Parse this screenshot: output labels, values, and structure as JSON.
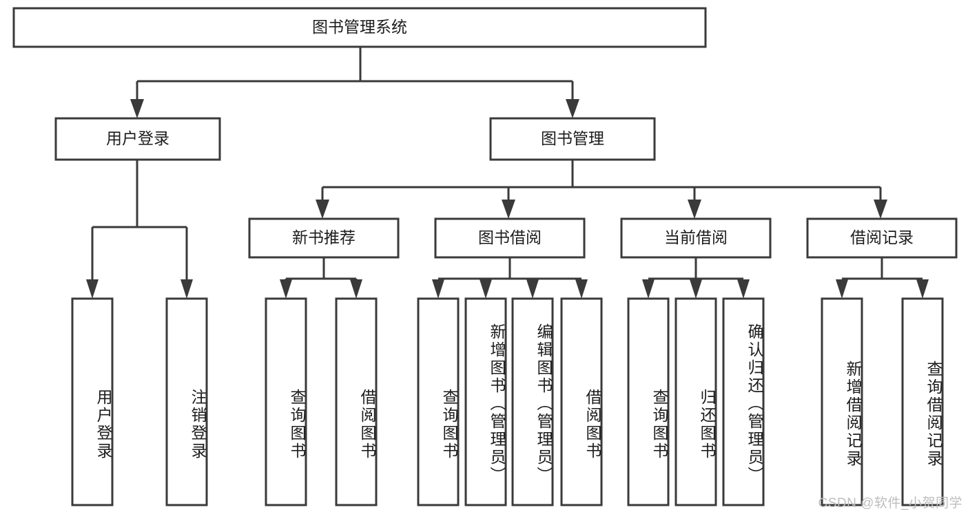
{
  "diagram": {
    "type": "tree",
    "title": "图书管理系统",
    "watermark": "CSDN @软件_小贺同学",
    "colors": {
      "box_stroke": "#3a3a3a",
      "box_fill": "#ffffff",
      "text": "#1c1c1c",
      "connector": "#3a3a3a",
      "watermark": "#bdbdbd",
      "background": "#ffffff"
    },
    "root": {
      "label": "图书管理系统"
    },
    "level2": [
      {
        "label": "用户登录"
      },
      {
        "label": "图书管理"
      }
    ],
    "level3": [
      {
        "label": "新书推荐"
      },
      {
        "label": "图书借阅"
      },
      {
        "label": "当前借阅"
      },
      {
        "label": "借阅记录"
      }
    ],
    "leaves": {
      "user_login": [
        {
          "label": "用户登录"
        },
        {
          "label": "注销登录"
        }
      ],
      "new_book": [
        {
          "label": "查询图书"
        },
        {
          "label": "借阅图书"
        }
      ],
      "book_borrow": [
        {
          "label": "查询图书"
        },
        {
          "label": "新增图书（管理员）"
        },
        {
          "label": "编辑图书（管理员）"
        },
        {
          "label": "借阅图书"
        }
      ],
      "current_borrow": [
        {
          "label": "查询图书"
        },
        {
          "label": "归还图书"
        },
        {
          "label": "确认归还（管理员）"
        }
      ],
      "borrow_record": [
        {
          "label": "新增借阅记录"
        },
        {
          "label": "查询借阅记录"
        }
      ]
    }
  }
}
